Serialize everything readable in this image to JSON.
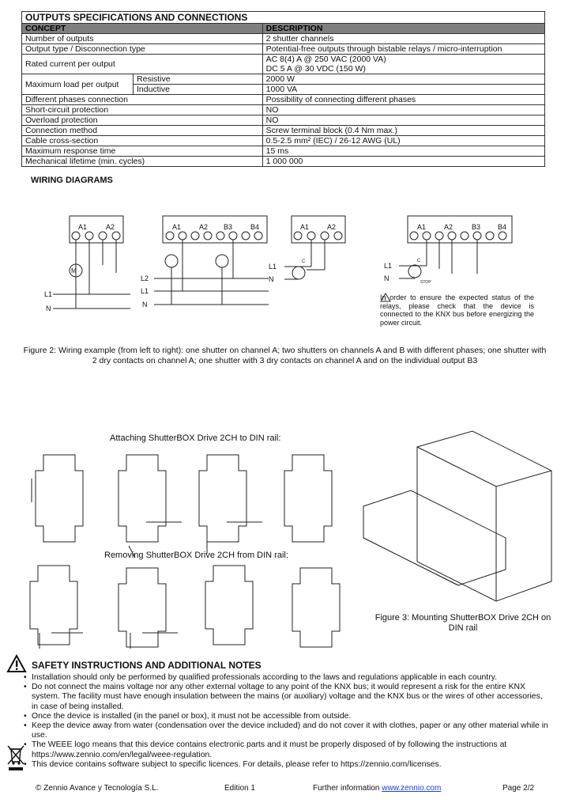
{
  "table": {
    "title": "OUTPUTS SPECIFICATIONS AND CONNECTIONS",
    "col_concept": "CONCEPT",
    "col_description": "DESCRIPTION",
    "rows": [
      {
        "concept": "Number of outputs",
        "description": "2 shutter channels"
      },
      {
        "concept": "Output type / Disconnection type",
        "description": "Potential-free outputs through bistable relays / micro-interruption"
      },
      {
        "concept": "Rated current per output",
        "description": "AC 8(4) A @ 250 VAC (2000 VA)",
        "description2": "DC 5 A @ 30 VDC (150 W)"
      },
      {
        "concept": "Maximum load per output",
        "sub1": "Resistive",
        "val1": "2000 W",
        "sub2": "Inductive",
        "val2": "1000 VA"
      },
      {
        "concept": "Different phases connection",
        "description": "Possibility of connecting different phases"
      },
      {
        "concept": "Short-circuit protection",
        "description": "NO"
      },
      {
        "concept": "Overload protection",
        "description": "NO"
      },
      {
        "concept": "Connection method",
        "description": "Screw terminal block (0.4 Nm max.)"
      },
      {
        "concept": "Cable cross-section",
        "description": "0.5-2.5 mm² (IEC) / 26-12 AWG (UL)"
      },
      {
        "concept": "Maximum response time",
        "description": "15 ms"
      },
      {
        "concept": "Mechanical lifetime (min. cycles)",
        "description": "1 000 000"
      }
    ]
  },
  "wiring": {
    "title": "WIRING DIAGRAMS",
    "labels": {
      "a1": "A1",
      "a2": "A2",
      "b3": "B3",
      "b4": "B4",
      "l1": "L1",
      "l2": "L2",
      "n": "N",
      "m": "M",
      "c": "C",
      "stop": "STOP"
    },
    "note": "In order to ensure the expected status of the relays, please check that the device is connected to the KNX bus before energizing the power circuit.",
    "figure_caption": "Figure 2: Wiring example (from left to right): one shutter on channel A; two shutters on channels A and B with different phases; one shutter with 2 dry contacts on channel A; one shutter with 3 dry contacts on channel A and on the individual output B3"
  },
  "mounting": {
    "attach_caption": "Attaching ShutterBOX Drive 2CH to DIN rail:",
    "remove_caption": "Removing ShutterBOX Drive 2CH from DIN rail:",
    "figure_caption": "Figure 3: Mounting ShutterBOX Drive 2CH on DIN rail"
  },
  "safety": {
    "title": "SAFETY INSTRUCTIONS AND ADDITIONAL NOTES",
    "items": [
      "Installation should only be performed by qualified professionals according to the laws and regulations applicable in each country.",
      "Do not connect the mains voltage nor any other external voltage to any point of the KNX bus; it would represent a risk for the entire KNX system. The facility must have enough insulation between the mains (or auxiliary) voltage and the KNX bus or the wires of other accessories, in case of being installed.",
      "Once the device is installed (in the panel or box), it must not be accessible from outside.",
      "Keep the device away from water (condensation over the device included) and do not cover it with clothes, paper or any other material while in use.",
      "The WEEE logo means that this device contains electronic parts and it must be properly disposed of by following the instructions at https://www.zennio.com/en/legal/weee-regulation.",
      "This device contains software subject to specific licences. For details, please refer to https://zennio.com/licenses."
    ]
  },
  "footer": {
    "company": "© Zennio Avance y Tecnología S.L.",
    "edition": "Edition 1",
    "info_prefix": "Further information ",
    "info_link": "www.zennio.com",
    "page": "Page 2/2"
  }
}
